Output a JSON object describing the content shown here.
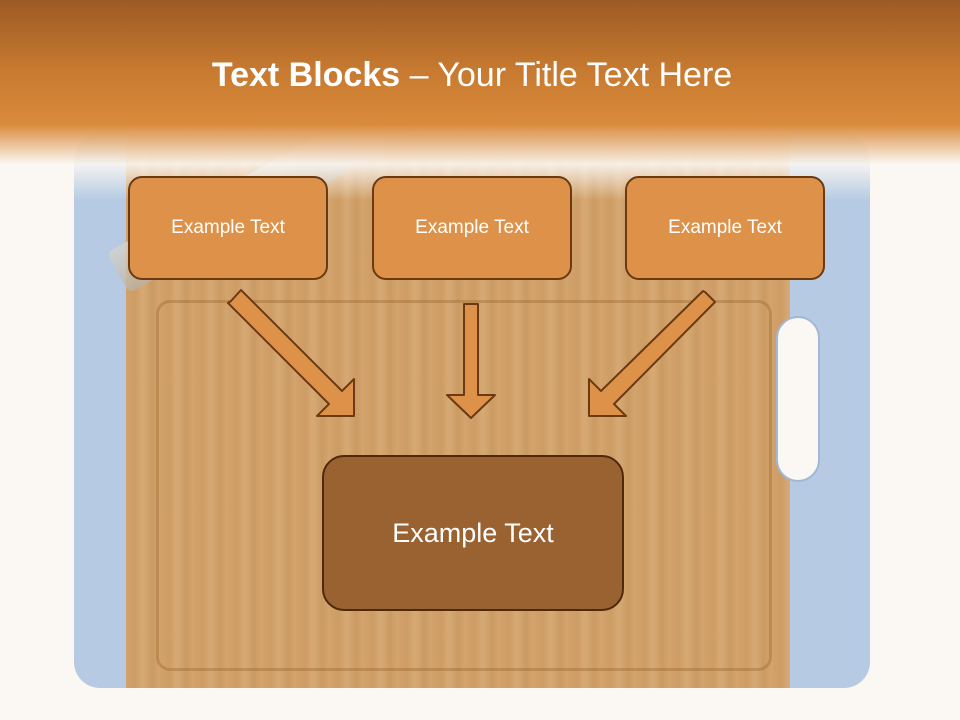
{
  "slide": {
    "title_bold": "Text Blocks",
    "title_separator": " – ",
    "title_rest": "Your Title Text Here"
  },
  "boxes": {
    "left": "Example Text",
    "center": "Example Text",
    "right": "Example Text",
    "bottom": "Example Text"
  },
  "colors": {
    "header": "#c77a30",
    "small_box_fill": "#de9249",
    "big_box_fill": "#9a6131",
    "arrow_fill": "#de9249",
    "arrow_stroke": "#6b3a12"
  }
}
